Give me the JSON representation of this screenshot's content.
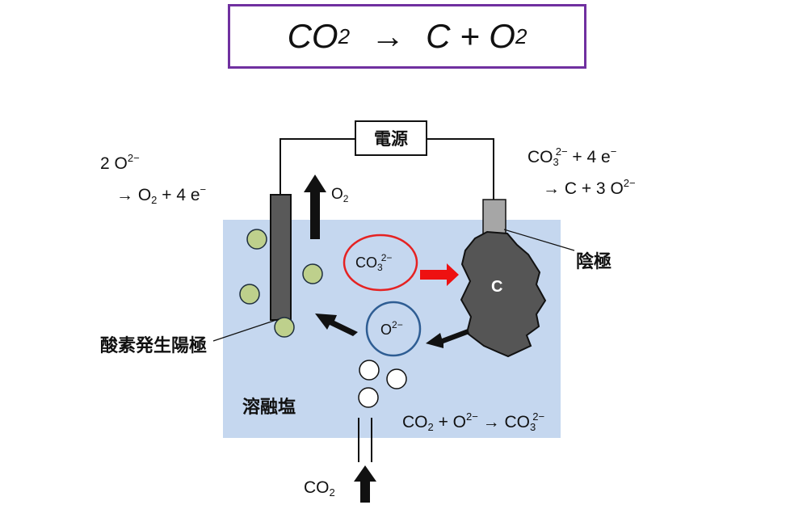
{
  "title": {
    "left": "CO",
    "left_sub": "2",
    "arrow": "→",
    "right": "C + O",
    "right_sub": "2"
  },
  "power_supply": "電源",
  "anode_reaction": {
    "line1_coef": "2 O",
    "line1_sup": "2−",
    "line2_pre": "→ O",
    "line2_sub": "2",
    "line2_post": " + 4 e",
    "line2_sup": "−"
  },
  "cathode_reaction": {
    "line1_a": "CO",
    "line1_sub": "3",
    "line1_sup": "2−",
    "line1_b": " + 4 e",
    "line1_sup2": "−",
    "line2_a": "→ C + 3 O",
    "line2_sup": "2−"
  },
  "o2_arrow_label": {
    "text": "O",
    "sub": "2"
  },
  "carbonate_ion": {
    "text": "CO",
    "sub": "3",
    "sup": "2−"
  },
  "oxide_ion": {
    "text": "O",
    "sup": "2−"
  },
  "carbon_deposit": "C",
  "cathode_label": "陰極",
  "anode_label": "酸素発生陽極",
  "molten_salt_label": "溶融塩",
  "absorption_reaction": {
    "a": "CO",
    "a_sub": "2",
    "b": " + O",
    "b_sup": "2−",
    "c": " → CO",
    "c_sub": "3",
    "c_sup": "2−"
  },
  "co2_inlet": {
    "text": "CO",
    "sub": "2"
  },
  "colors": {
    "title_border": "#7030a0",
    "molten_salt": "#c5d7ef",
    "bubble_green": "#bed08c",
    "carbonate_circle": "#e52222",
    "oxide_circle": "#2e5d93",
    "red_arrow": "#ee1111",
    "anode": "#595959",
    "carbon": "#555555",
    "cathode_holder": "#a6a6a6"
  }
}
